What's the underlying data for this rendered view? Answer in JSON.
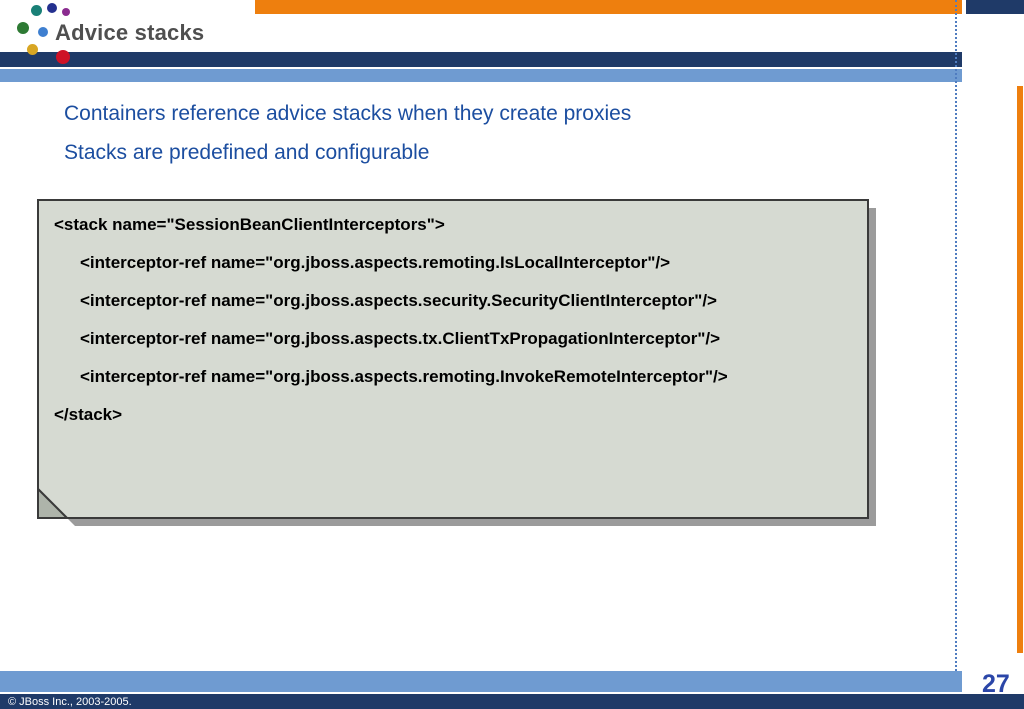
{
  "slide": {
    "title": "Advice stacks",
    "page_number": "27",
    "footer": "© JBoss Inc., 2003-2005."
  },
  "body": {
    "bullet1": "Containers reference advice stacks when they create proxies",
    "bullet2": "Stacks are predefined and configurable"
  },
  "code": {
    "lines": [
      {
        "indent": 0,
        "text": "<stack name=\"SessionBeanClientInterceptors\">"
      },
      {
        "indent": 1,
        "text": "<interceptor-ref name=\"org.jboss.aspects.remoting.IsLocalInterceptor\"/>"
      },
      {
        "indent": 1,
        "text": "<interceptor-ref name=\"org.jboss.aspects.security.SecurityClientInterceptor\"/>"
      },
      {
        "indent": 1,
        "text": "<interceptor-ref name=\"org.jboss.aspects.tx.ClientTxPropagationInterceptor\"/>"
      },
      {
        "indent": 1,
        "text": "<interceptor-ref name=\"org.jboss.aspects.remoting.InvokeRemoteInterceptor\"/>"
      },
      {
        "indent": 0,
        "text": "</stack>"
      }
    ]
  },
  "colors": {
    "orange": "#EE7F0E",
    "navy": "#1F3A68",
    "light_blue": "#6F9BD1",
    "body_text": "#1C4EA0",
    "title_text": "#4F4F4F",
    "code_bg": "#D6DAD2",
    "code_border": "#3A3A3A",
    "code_shadow": "#9B9B9B",
    "page_number": "#2B46A8"
  },
  "decoration": {
    "dots": [
      {
        "name": "teal-dot",
        "color": "#1A8077"
      },
      {
        "name": "navy-dot",
        "color": "#24308F"
      },
      {
        "name": "purple-dot",
        "color": "#8A2B8F"
      },
      {
        "name": "green-dot",
        "color": "#2E7A34"
      },
      {
        "name": "sky-dot",
        "color": "#3E7FD0"
      },
      {
        "name": "gold-dot",
        "color": "#D8A623"
      },
      {
        "name": "red-dot",
        "color": "#CE1226"
      }
    ]
  }
}
